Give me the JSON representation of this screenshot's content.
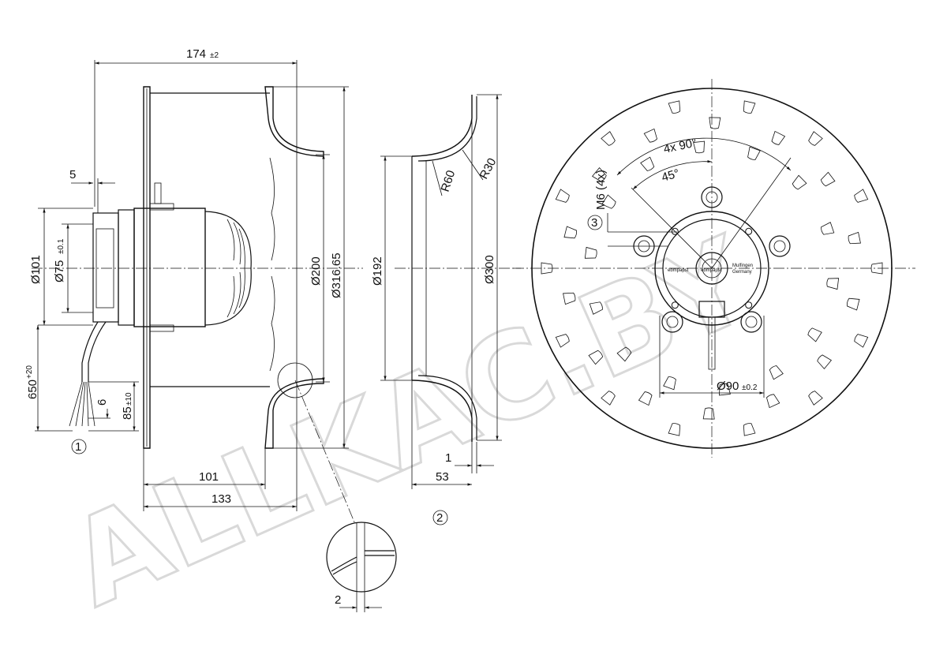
{
  "watermark": "ALLKAC.BY",
  "side_view": {
    "width_total": "174",
    "width_total_tol": "±2",
    "flange_offset": "5",
    "motor_dia": "Ø101",
    "shaft_dia": "Ø75",
    "shaft_dia_tol": "±0.1",
    "cable_length": "650",
    "cable_length_tol": "+20",
    "wire_strip": "6",
    "wire_length": "85",
    "wire_length_tol": "±10",
    "inlet_dia": "Ø200",
    "outer_dia": "Ø316.65",
    "depth_a": "101",
    "depth_b": "133",
    "detail_gap": "2",
    "callout_1": "1"
  },
  "nozzle_view": {
    "inner_dia": "Ø192",
    "outer_dia": "Ø300",
    "radius_a": "R60",
    "radius_b": "R30",
    "thickness": "1",
    "depth": "53",
    "callout_2": "2"
  },
  "front_view": {
    "bolt_pattern": "4x 90°",
    "offset_angle": "45°",
    "thread": "M6 (4x)",
    "callout_3": "3",
    "pcd": "Ø90",
    "pcd_tol": "±0.2",
    "hub_brand": "ebmpapst",
    "hub_origin_line1": "Mulfingen",
    "hub_origin_line2": "Germany"
  }
}
